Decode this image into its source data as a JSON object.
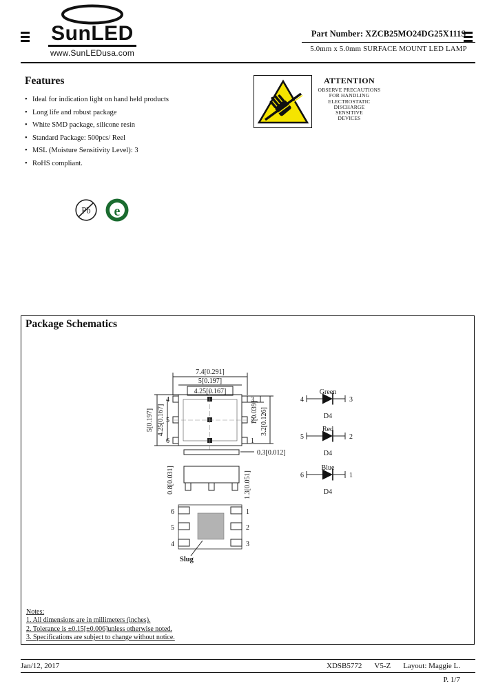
{
  "header": {
    "logo_text": "SunLED",
    "website": "www.SunLEDusa.com",
    "part_number_label": "Part Number:",
    "part_number": "XZCB25MO24DG25X111S",
    "product_title": "5.0mm x 5.0mm SURFACE MOUNT LED LAMP"
  },
  "features": {
    "title": "Features",
    "items": [
      "Ideal for indication light on hand held products",
      "Long life and robust package",
      "White SMD package, silicone resin",
      "Standard Package: 500pcs/ Reel",
      "MSL (Moisture Sensitivity Level): 3",
      "RoHS compliant."
    ]
  },
  "attention": {
    "title": "ATTENTION",
    "lines": [
      "OBSERVE PRECAUTIONS",
      "FOR HANDLING",
      "ELECTROSTATIC",
      "DISCHARGE",
      "SENSITIVE",
      "DEVICES"
    ]
  },
  "compliance": {
    "pb_label": "Pb",
    "e_label": "e"
  },
  "schematics": {
    "title": "Package Schematics",
    "top_view": {
      "dim_width_outer": "7.4[0.291]",
      "dim_width_body": "5[0.197]",
      "dim_width_inner": "4.25[0.167]",
      "dim_height_body": "5[0.197]",
      "dim_height_inner": "4.25[0.167]",
      "dim_pin_width": "1[0.039]",
      "dim_pin_span": "3.2[0.126]",
      "dim_standoff": "0.3[0.012]",
      "dim_lead_thickness": "0.8[0.031]",
      "dim_lead_length": "1.3[0.051]",
      "pins_left": [
        "4",
        "5",
        "6"
      ],
      "pins_right": [
        "3",
        "2",
        "1"
      ]
    },
    "circuit": {
      "rows": [
        {
          "color": "Green",
          "left_pin": "4",
          "right_pin": "3",
          "designator": "D4"
        },
        {
          "color": "Red",
          "left_pin": "5",
          "right_pin": "2",
          "designator": "D4"
        },
        {
          "color": "Blue",
          "left_pin": "6",
          "right_pin": "1",
          "designator": "D4"
        }
      ]
    },
    "bottom_view": {
      "pins_left": [
        "6",
        "5",
        "4"
      ],
      "pins_right": [
        "1",
        "2",
        "3"
      ],
      "slug_label": "Slug"
    },
    "notes": {
      "title": "Notes:",
      "items": [
        "1. All dimensions are in millimeters (inches).",
        "2. Tolerance is ±0.15[±0.006]unless otherwise noted.",
        "3. Specifications are subject to change without notice."
      ]
    }
  },
  "footer": {
    "date": "Jan/12, 2017",
    "doc_number": "XDSB5772",
    "revision": "V5-Z",
    "layout_credit": "Layout: Maggie L.",
    "page_number": "P. 1/7"
  }
}
